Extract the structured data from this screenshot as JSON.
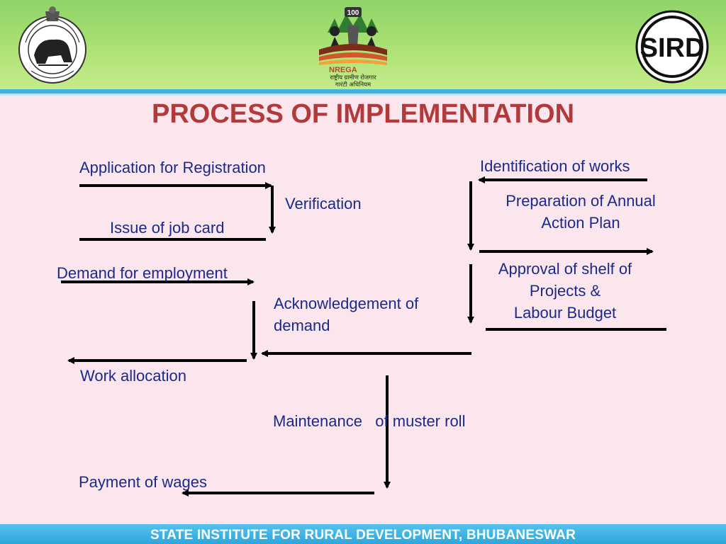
{
  "title": "PROCESS OF IMPLEMENTATION",
  "footer": "STATE INSTITUTE FOR RURAL DEVELOPMENT, BHUBANESWAR",
  "logos": {
    "left": {
      "icon": "odisha-govt-emblem-icon"
    },
    "center": {
      "icon": "nrega-logo-icon",
      "badge": "100",
      "name": "NREGA",
      "line1": "राष्ट्रीय ग्रामीण रोजगार",
      "line2": "गारंटी अधिनियम"
    },
    "right": {
      "icon": "sird-logo-icon",
      "name": "SIRD"
    }
  },
  "steps": {
    "application": "Application for Registration",
    "verification": "Verification",
    "job_card": "Issue of job card",
    "demand": "Demand for employment",
    "acknowledgement": [
      "Acknowledgement of",
      "demand"
    ],
    "work_allocation": "Work allocation",
    "muster_roll": "Maintenance   of muster roll",
    "payment": "Payment of wages",
    "identification": "Identification of works",
    "annual_plan": [
      "Preparation of Annual",
      "Action Plan"
    ],
    "approval": [
      "Approval of shelf of",
      "Projects &",
      "Labour Budget"
    ]
  },
  "colors": {
    "title": "#b33a3a",
    "label": "#1a2a8a",
    "background": "#fce6ee",
    "header": "#a7df72",
    "footer": "#2ea6dc",
    "arrow": "#000000"
  }
}
